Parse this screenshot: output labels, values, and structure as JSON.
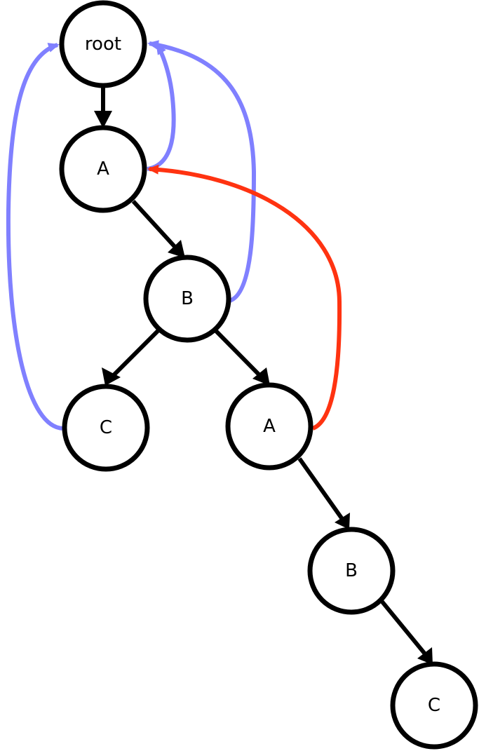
{
  "diagram": {
    "nodes": [
      {
        "id": "n-root",
        "label": "root"
      },
      {
        "id": "n-a1",
        "label": "A"
      },
      {
        "id": "n-b1",
        "label": "B"
      },
      {
        "id": "n-c1",
        "label": "C"
      },
      {
        "id": "n-a2",
        "label": "A"
      },
      {
        "id": "n-b2",
        "label": "B"
      },
      {
        "id": "n-c2",
        "label": "C"
      }
    ],
    "tree_edges": [
      {
        "from": "root",
        "to": "A"
      },
      {
        "from": "A",
        "to": "B"
      },
      {
        "from": "B",
        "to": "C"
      },
      {
        "from": "B",
        "to": "A"
      },
      {
        "from": "A",
        "to": "B"
      },
      {
        "from": "B",
        "to": "C"
      }
    ],
    "back_links": [
      {
        "from": "C",
        "to": "root",
        "color": "#8080ff"
      },
      {
        "from": "A",
        "to": "root",
        "color": "#8080ff"
      },
      {
        "from": "B",
        "to": "root",
        "color": "#8080ff"
      },
      {
        "from": "A",
        "to": "A",
        "color": "#ff3311"
      }
    ],
    "colors": {
      "node_stroke": "#000000",
      "tree_edge": "#000000",
      "suffix_link": "#8080ff",
      "highlight_link": "#ff3311"
    }
  }
}
